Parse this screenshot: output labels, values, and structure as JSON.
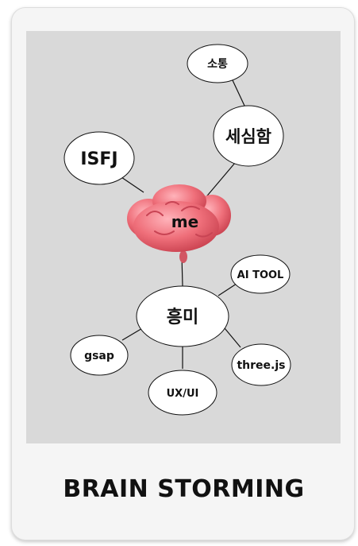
{
  "center": {
    "label": "me"
  },
  "nodes": {
    "sotong": "소통",
    "sesimham": "세심함",
    "isfj": "ISFJ",
    "ai_tool": "AI TOOL",
    "heungmi": "흥미",
    "gsap": "gsap",
    "threejs": "three.js",
    "uxui": "UX/UI"
  },
  "caption": "BRAIN STORMING",
  "colors": {
    "canvas_bg": "#d9d9d9",
    "card_bg": "#f5f5f5",
    "brain": "#ef6f7a",
    "node_fill": "#ffffff",
    "line": "#111111"
  },
  "icons": {
    "center": "brain-icon"
  }
}
